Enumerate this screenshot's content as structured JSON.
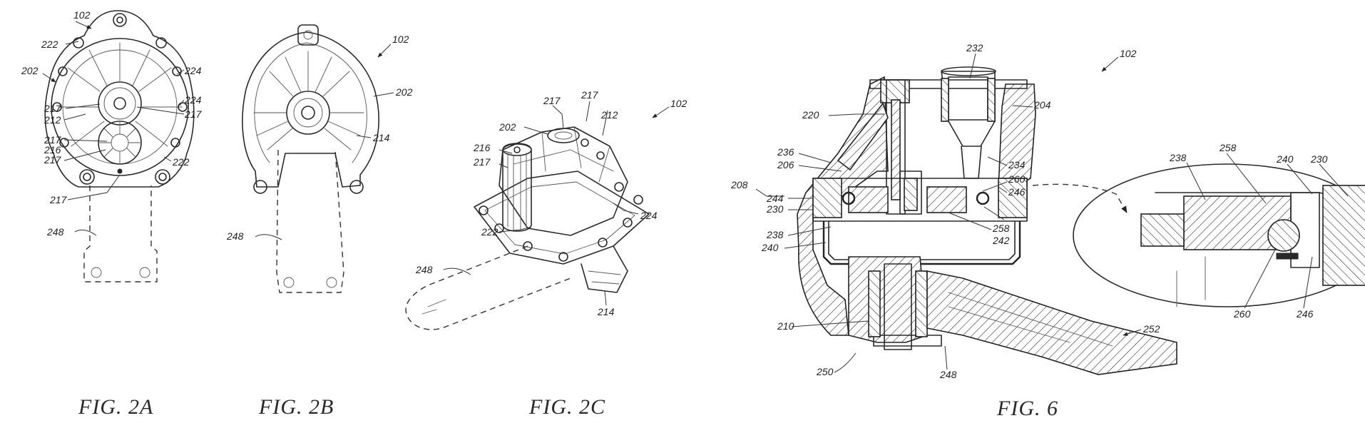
{
  "figures": {
    "fig2a": {
      "caption": "FIG. 2A",
      "refs": [
        "102",
        "222",
        "202",
        "224",
        "224",
        "217",
        "217",
        "212",
        "217",
        "217",
        "216",
        "222",
        "217",
        "248"
      ]
    },
    "fig2b": {
      "caption": "FIG. 2B",
      "refs": [
        "102",
        "202",
        "214",
        "248"
      ]
    },
    "fig2c": {
      "caption": "FIG. 2C",
      "refs": [
        "217",
        "217",
        "212",
        "102",
        "202",
        "216",
        "217",
        "224",
        "222",
        "248",
        "214"
      ]
    },
    "fig6": {
      "caption": "FIG. 6",
      "refs": [
        "232",
        "102",
        "220",
        "204",
        "236",
        "206",
        "234",
        "260",
        "208",
        "244",
        "246",
        "230",
        "238",
        "242",
        "258",
        "240",
        "210",
        "250",
        "248",
        "252"
      ],
      "detail_refs": [
        "238",
        "258",
        "240",
        "230",
        "260",
        "246"
      ]
    }
  }
}
